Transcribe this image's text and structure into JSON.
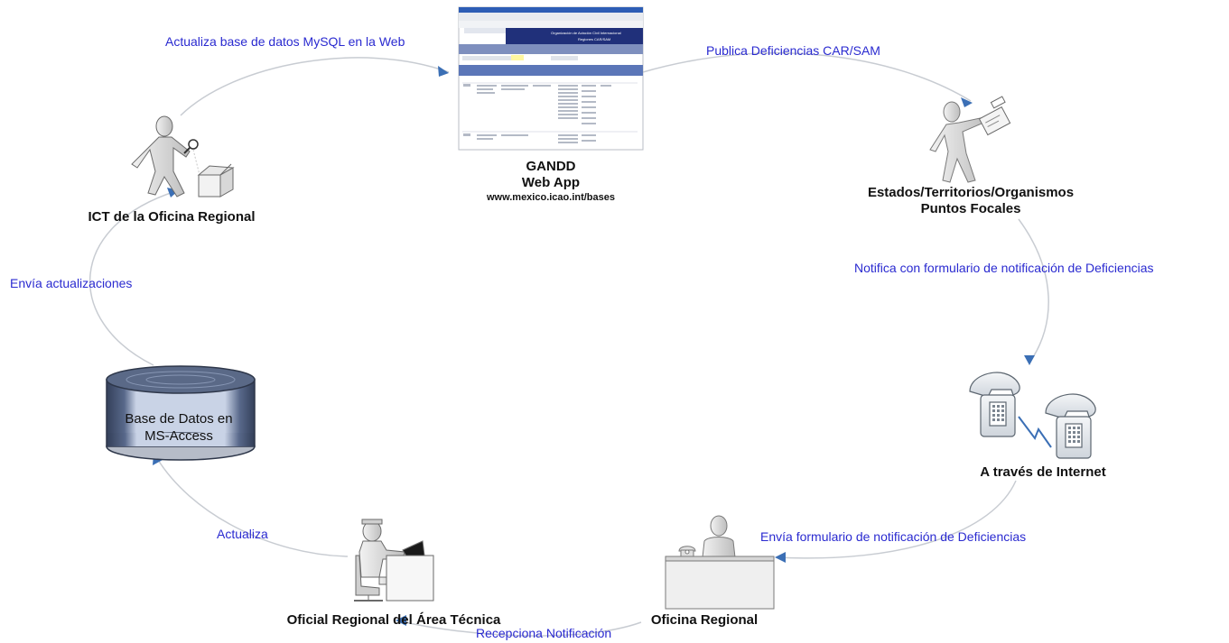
{
  "nodes": {
    "gandd": {
      "title": "GANDD",
      "subtitle": "Web App",
      "url": "www.mexico.icao.int/bases"
    },
    "screenshot": {
      "banner_line1": "Organización de Aviación Civil Internacional",
      "banner_line2": "Regiones CAR/SAM"
    },
    "estados": {
      "line1": "Estados/Territorios/Organismos",
      "line2": "Puntos Focales"
    },
    "internet": {
      "label": "A través de Internet"
    },
    "oficina": {
      "label": "Oficina Regional"
    },
    "oficial": {
      "label": "Oficial Regional del Área Técnica"
    },
    "database": {
      "line1": "Base de Datos en",
      "line2": "MS-Access"
    },
    "ict": {
      "label": "ICT de la Oficina Regional"
    }
  },
  "edges": {
    "actualiza_mysql": "Actualiza base de datos MySQL en la Web",
    "publica": "Publica Deficiencias CAR/SAM",
    "notifica": "Notifica con formulario de notificación de Deficiencias",
    "envia_formulario": "Envía formulario de notificación de Deficiencias",
    "recepciona": "Recepciona Notificación",
    "actualiza": "Actualiza",
    "envia_actualizaciones": "Envía actualizaciones"
  },
  "colors": {
    "edge_label": "#2a2ad0",
    "arrow": "#3b6fb5",
    "flow_line": "#c8ccd2",
    "database": "#4a5a72"
  },
  "icons": [
    "person-inspecting-box-icon",
    "person-with-document-icon",
    "telephone-icon",
    "receptionist-desk-icon",
    "office-worker-computer-icon",
    "database-cylinder-icon",
    "web-app-screenshot-icon"
  ]
}
